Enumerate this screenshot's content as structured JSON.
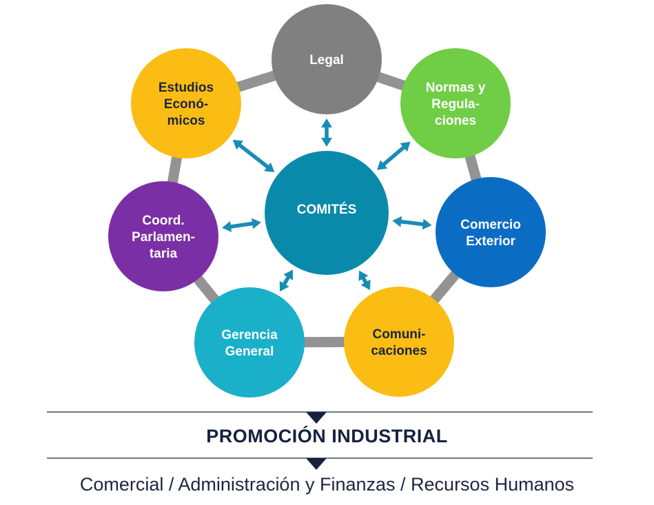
{
  "center": {
    "label": "COMITÉS",
    "color": "#0a8aab"
  },
  "nodes": [
    {
      "id": "legal",
      "lines": [
        "Legal"
      ],
      "color": "#808080",
      "text_color": "#ffffff"
    },
    {
      "id": "normas",
      "lines": [
        "Normas y",
        "Regula-",
        "ciones"
      ],
      "color": "#70cd46",
      "text_color": "#ffffff"
    },
    {
      "id": "comercio-exterior",
      "lines": [
        "Comercio",
        "Exterior"
      ],
      "color": "#0b6cc4",
      "text_color": "#ffffff"
    },
    {
      "id": "comunicaciones",
      "lines": [
        "Comuni-",
        "caciones"
      ],
      "color": "#fbbd14",
      "text_color": "#1d2540"
    },
    {
      "id": "gerencia-general",
      "lines": [
        "Gerencia",
        "General"
      ],
      "color": "#1ab0c9",
      "text_color": "#ffffff"
    },
    {
      "id": "coord-parlamentaria",
      "lines": [
        "Coord.",
        "Parlamen-",
        "taria"
      ],
      "color": "#7b2fa4",
      "text_color": "#ffffff"
    },
    {
      "id": "estudios-economicos",
      "lines": [
        "Estudios",
        "Econó-",
        "micos"
      ],
      "color": "#fbbd14",
      "text_color": "#1d2540"
    }
  ],
  "colors": {
    "ring": "#939393",
    "arrow": "#1a8bb6",
    "divider": "#1d2540",
    "marker": "#15213f"
  },
  "title": "PROMOCIÓN INDUSTRIAL",
  "subtitle": "Comercial / Administración y Finanzas / Recursos Humanos"
}
